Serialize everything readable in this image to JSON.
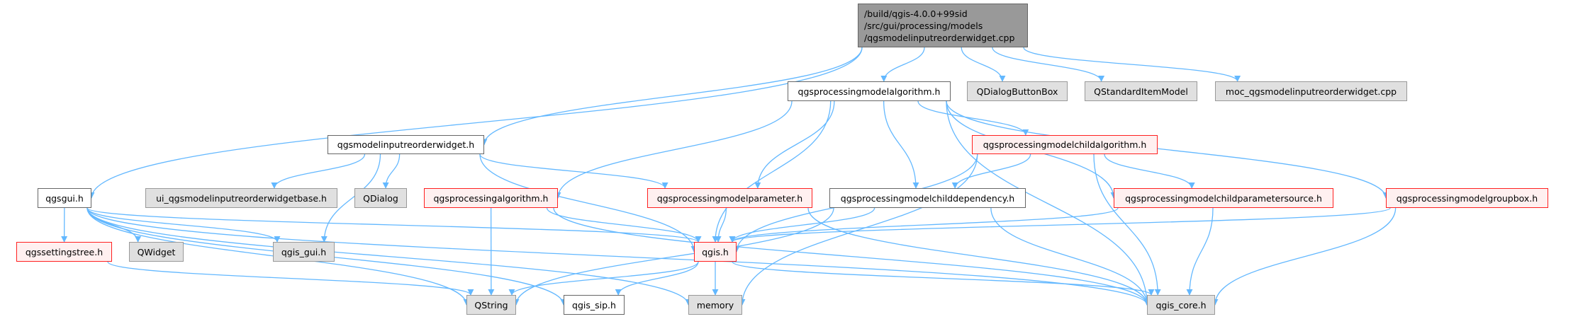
{
  "graph": {
    "type": "include-dependency-graph",
    "edge_color": "#63b8ff",
    "nodes": [
      {
        "id": "main",
        "kind": "main",
        "lines": [
          "/build/qgis-4.0.0+99sid",
          "/src/gui/processing/models",
          "/qgsmodelinputreorderwidget.cpp"
        ]
      },
      {
        "id": "reorderh",
        "kind": "white",
        "label": "qgsmodelinputreorderwidget.h"
      },
      {
        "id": "pmalg",
        "kind": "white",
        "label": "qgsprocessingmodelalgorithm.h"
      },
      {
        "id": "qdbb",
        "kind": "gray",
        "label": "QDialogButtonBox"
      },
      {
        "id": "qsim",
        "kind": "gray",
        "label": "QStandardItemModel"
      },
      {
        "id": "moc",
        "kind": "gray",
        "label": "moc_qgsmodelinputreorderwidget.cpp"
      },
      {
        "id": "childalg",
        "kind": "red",
        "label": "qgsprocessingmodelchildalgorithm.h"
      },
      {
        "id": "gui",
        "kind": "white",
        "label": "qgsgui.h"
      },
      {
        "id": "uibase",
        "kind": "gray",
        "label": "ui_qgsmodelinputreorderwidgetbase.h"
      },
      {
        "id": "qdialog",
        "kind": "gray",
        "label": "QDialog"
      },
      {
        "id": "palg",
        "kind": "red",
        "label": "qgsprocessingalgorithm.h"
      },
      {
        "id": "pmparam",
        "kind": "red",
        "label": "qgsprocessingmodelparameter.h"
      },
      {
        "id": "childdep",
        "kind": "white",
        "label": "qgsprocessingmodelchilddependency.h"
      },
      {
        "id": "childps",
        "kind": "red",
        "label": "qgsprocessingmodelchildparametersource.h"
      },
      {
        "id": "groupbox",
        "kind": "red",
        "label": "qgsprocessingmodelgroupbox.h"
      },
      {
        "id": "settings",
        "kind": "red",
        "label": "qgssettingstree.h"
      },
      {
        "id": "qwidget",
        "kind": "gray",
        "label": "QWidget"
      },
      {
        "id": "qgisgui",
        "kind": "gray",
        "label": "qgis_gui.h"
      },
      {
        "id": "qgis",
        "kind": "red",
        "label": "qgis.h"
      },
      {
        "id": "qstring",
        "kind": "gray",
        "label": "QString"
      },
      {
        "id": "sip",
        "kind": "white",
        "label": "qgis_sip.h"
      },
      {
        "id": "memory",
        "kind": "gray",
        "label": "memory"
      },
      {
        "id": "core",
        "kind": "gray",
        "label": "qgis_core.h"
      }
    ],
    "edges": [
      [
        "main",
        "reorderh"
      ],
      [
        "main",
        "gui"
      ],
      [
        "main",
        "pmalg"
      ],
      [
        "main",
        "qdbb"
      ],
      [
        "main",
        "qsim"
      ],
      [
        "main",
        "moc"
      ],
      [
        "reorderh",
        "qgisgui"
      ],
      [
        "reorderh",
        "uibase"
      ],
      [
        "reorderh",
        "qdialog"
      ],
      [
        "reorderh",
        "qgis"
      ],
      [
        "reorderh",
        "pmparam"
      ],
      [
        "gui",
        "settings"
      ],
      [
        "gui",
        "qwidget"
      ],
      [
        "gui",
        "qgisgui"
      ],
      [
        "gui",
        "qgis"
      ],
      [
        "gui",
        "qstring"
      ],
      [
        "gui",
        "memory"
      ],
      [
        "gui",
        "sip"
      ],
      [
        "gui",
        "core"
      ],
      [
        "settings",
        "qstring"
      ],
      [
        "palg",
        "qstring"
      ],
      [
        "palg",
        "qgis"
      ],
      [
        "palg",
        "core"
      ],
      [
        "pmparam",
        "qgis"
      ],
      [
        "pmparam",
        "core"
      ],
      [
        "pmalg",
        "palg"
      ],
      [
        "pmalg",
        "qgis"
      ],
      [
        "pmalg",
        "pmparam"
      ],
      [
        "pmalg",
        "childdep"
      ],
      [
        "pmalg",
        "childalg"
      ],
      [
        "pmalg",
        "childps"
      ],
      [
        "pmalg",
        "groupbox"
      ],
      [
        "pmalg",
        "core"
      ],
      [
        "childalg",
        "childdep"
      ],
      [
        "childalg",
        "childps"
      ],
      [
        "childalg",
        "qgis"
      ],
      [
        "childalg",
        "memory"
      ],
      [
        "childalg",
        "core"
      ],
      [
        "childdep",
        "qstring"
      ],
      [
        "childdep",
        "qgis"
      ],
      [
        "childdep",
        "core"
      ],
      [
        "childps",
        "qgis"
      ],
      [
        "childps",
        "core"
      ],
      [
        "groupbox",
        "qgis"
      ],
      [
        "groupbox",
        "core"
      ],
      [
        "qgis",
        "qstring"
      ],
      [
        "qgis",
        "sip"
      ],
      [
        "qgis",
        "memory"
      ],
      [
        "qgis",
        "core"
      ]
    ]
  }
}
